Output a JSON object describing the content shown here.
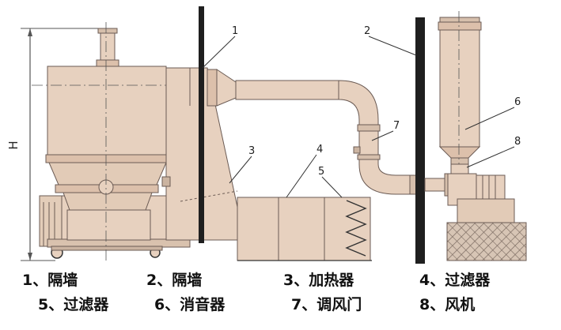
{
  "dimension_label": "H",
  "callout_numbers": [
    "1",
    "2",
    "3",
    "4",
    "5",
    "6",
    "7",
    "8"
  ],
  "legend": [
    {
      "number": "1",
      "text": "1、隔墙"
    },
    {
      "number": "2",
      "text": "2、隔墙"
    },
    {
      "number": "3",
      "text": "3、加热器"
    },
    {
      "number": "4",
      "text": "4、过滤器"
    },
    {
      "number": "5",
      "text": "5、过滤器"
    },
    {
      "number": "6",
      "text": "6、消音器"
    },
    {
      "number": "7",
      "text": "7、调风门"
    },
    {
      "number": "8",
      "text": "8、风机"
    }
  ],
  "colors": {
    "equipment_fill": "#e7d1bf",
    "equipment_fill_dark": "#dcc0ab",
    "outline": "#6b5b54",
    "wall": "#1f1f1f",
    "foundation": "#d3c1b1",
    "line": "#333333"
  }
}
